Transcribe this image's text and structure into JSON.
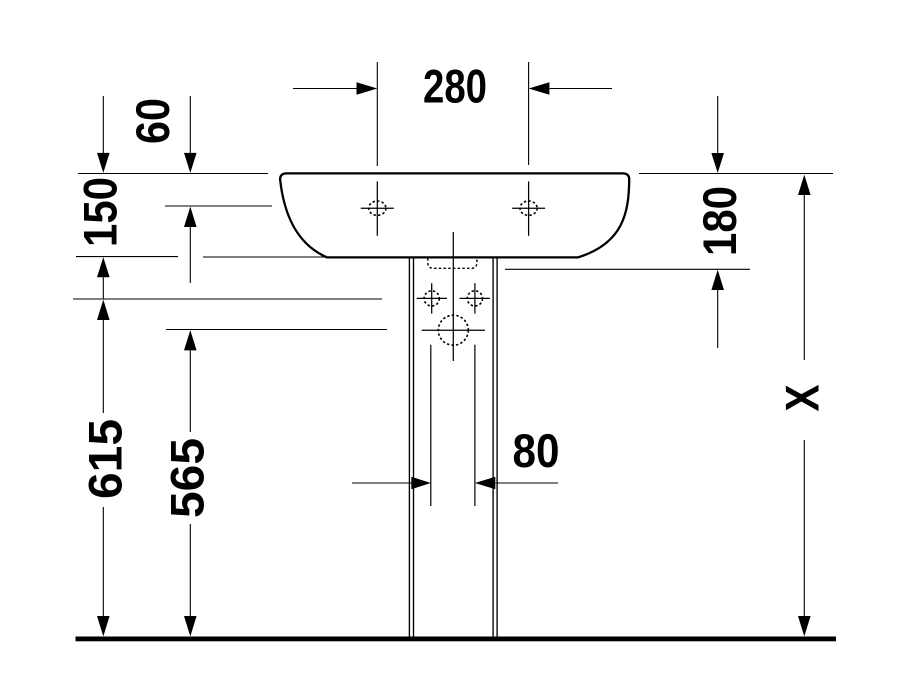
{
  "drawing": {
    "background_color": "#ffffff",
    "line_color": "#000000",
    "labels": {
      "tap_hole_spacing": "280",
      "top_edge_to_tap_holes": "60",
      "top_edge_to_basin_lower_edge": "150",
      "basin_height": "180",
      "fixing_holes_above_floor": "615",
      "drain_center_above_floor": "565",
      "pedestal_channel_width": "80",
      "overall_height": "X"
    }
  }
}
